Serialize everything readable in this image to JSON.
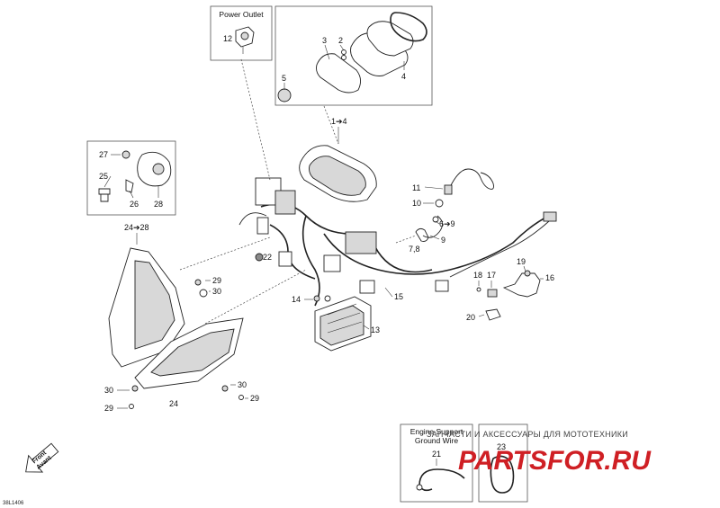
{
  "boxes": {
    "power_outlet_title": "Power Outlet",
    "engine_support_title_line1": "Engine Support",
    "engine_support_title_line2": "Ground Wire"
  },
  "callouts": {
    "c1_4_top": "1➔4",
    "c2": "2",
    "c3": "3",
    "c4": "4",
    "c5": "5",
    "c6_9": "6➔9",
    "c7_8": "7,8",
    "c9": "9",
    "c10": "10",
    "c11": "11",
    "c12": "12",
    "c13": "13",
    "c14": "14",
    "c15": "15",
    "c16": "16",
    "c17": "17",
    "c18": "18",
    "c19": "19",
    "c20": "20",
    "c21": "21",
    "c22": "22",
    "c23": "23",
    "c24": "24",
    "c24_28": "24➔28",
    "c25": "25",
    "c26": "26",
    "c27": "27",
    "c28": "28",
    "c29_a": "29",
    "c29_b": "29",
    "c29_c": "29",
    "c30_a": "30",
    "c30_b": "30",
    "c30_c": "30"
  },
  "watermark": {
    "tagline": "ЗАПЧАСТИ И АКСЕССУАРЫ ДЛЯ МОТОТЕХНИКИ",
    "logo": "PARTSFOR.RU"
  },
  "front_label_line1": "Front",
  "front_label_line2": "Avant",
  "diagram_code": "38L1406"
}
